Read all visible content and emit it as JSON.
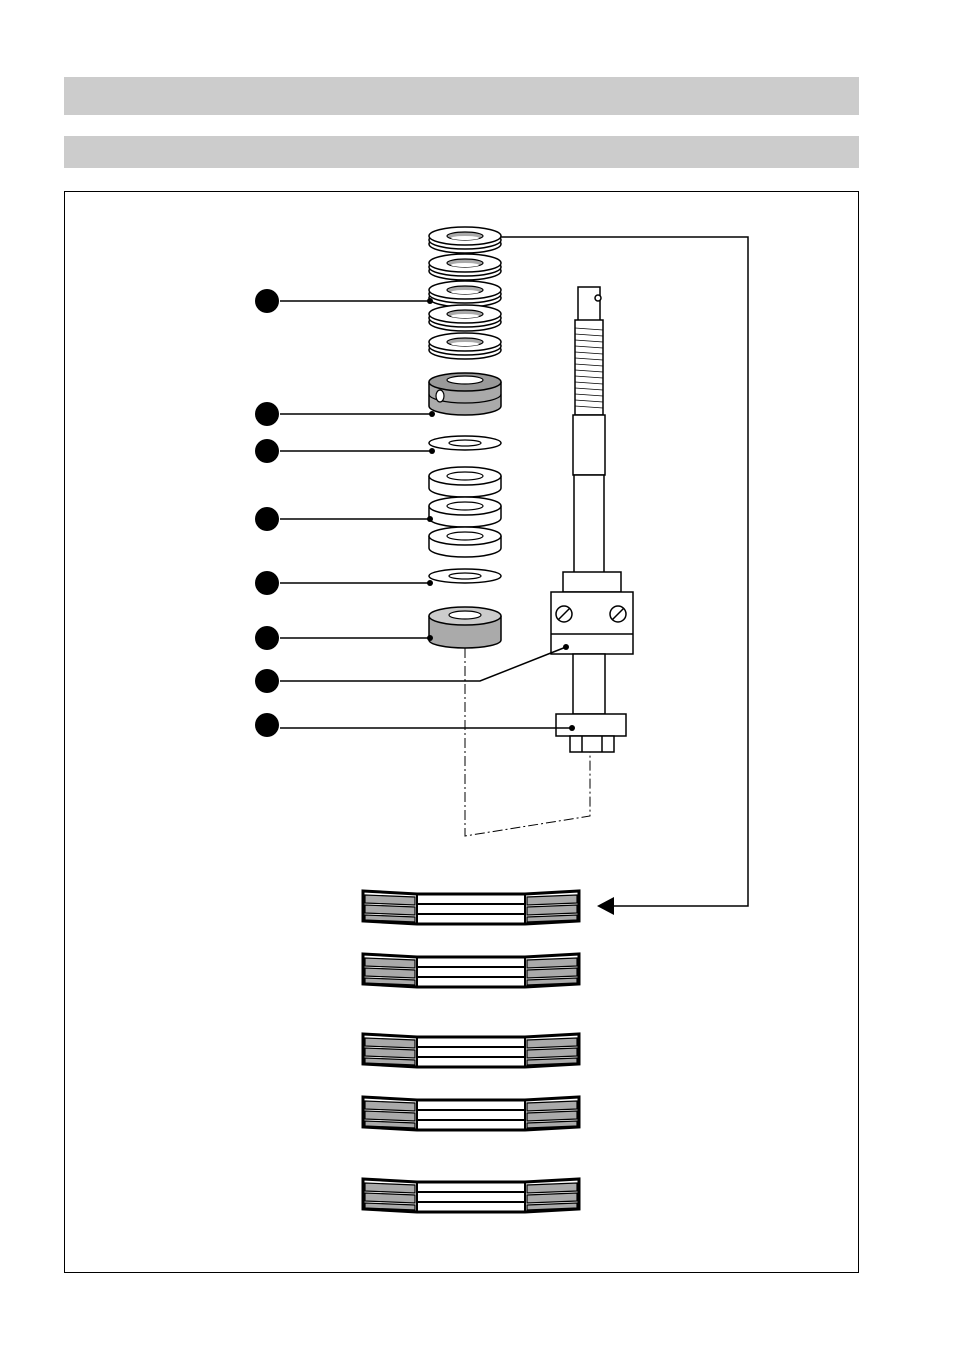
{
  "header": {
    "section_title": "",
    "subsection_title": ""
  },
  "diagram": {
    "callouts": [
      {
        "name": "callout-1",
        "label": ""
      },
      {
        "name": "callout-2",
        "label": ""
      },
      {
        "name": "callout-3",
        "label": ""
      },
      {
        "name": "callout-4",
        "label": ""
      },
      {
        "name": "callout-5",
        "label": ""
      },
      {
        "name": "callout-6",
        "label": ""
      },
      {
        "name": "callout-7",
        "label": ""
      },
      {
        "name": "callout-8",
        "label": ""
      }
    ],
    "colors": {
      "line": "#000000",
      "part_shade": "#aaaaaa",
      "header_bar": "#cccccc"
    }
  }
}
